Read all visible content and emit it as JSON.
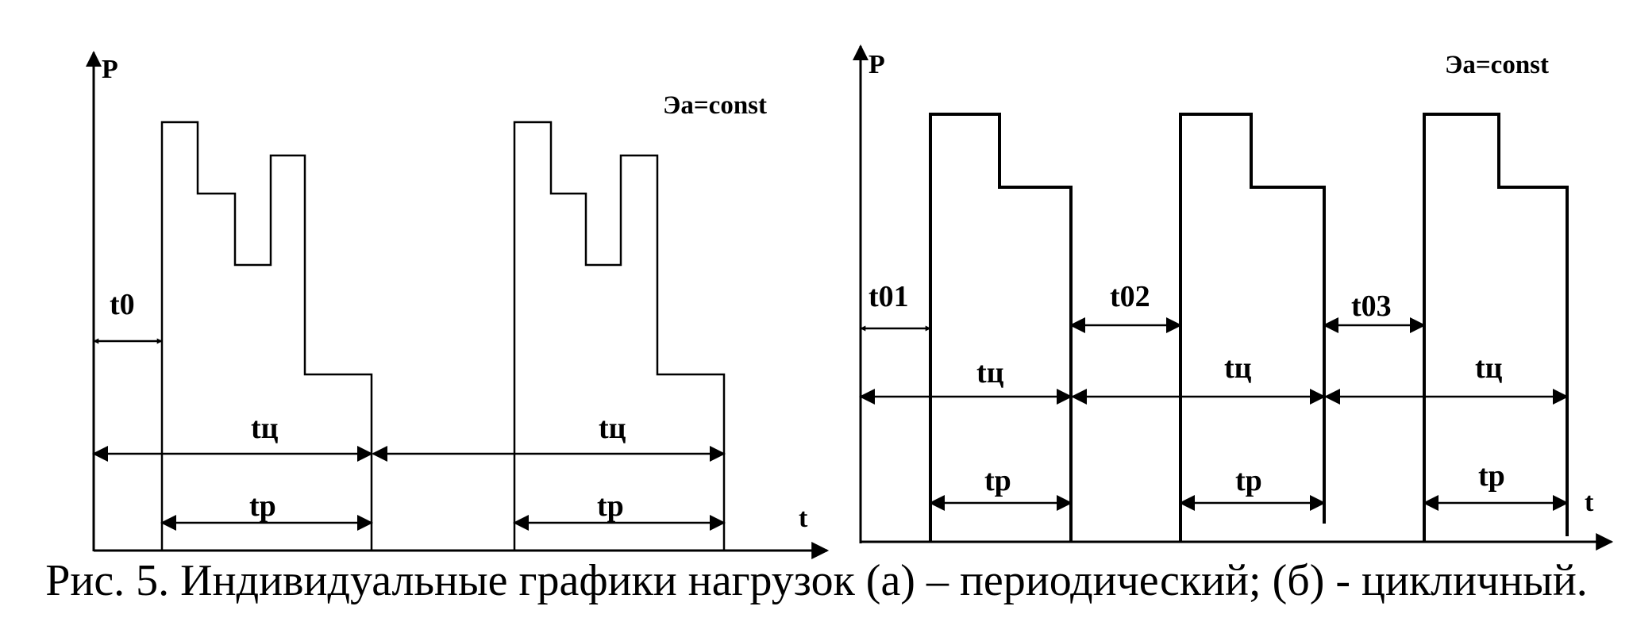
{
  "figure": {
    "caption": "Рис. 5. Индивидуальные графики нагрузок (а) – периодический; (б) - цикличный.",
    "panel_a": {
      "y_axis_label": "P",
      "x_axis_label": "t",
      "note": "Эа=const",
      "t0_label": "t0",
      "cycle_labels": [
        "tц",
        "tц"
      ],
      "work_labels": [
        "tр",
        "tр"
      ]
    },
    "panel_b": {
      "y_axis_label": "P",
      "x_axis_label": "t",
      "note": "Эа=const",
      "pause_labels": [
        "t01",
        "t02",
        "t03"
      ],
      "cycle_labels": [
        "tц",
        "tц",
        "tц"
      ],
      "work_labels": [
        "tр",
        "tр",
        "tр"
      ]
    }
  }
}
